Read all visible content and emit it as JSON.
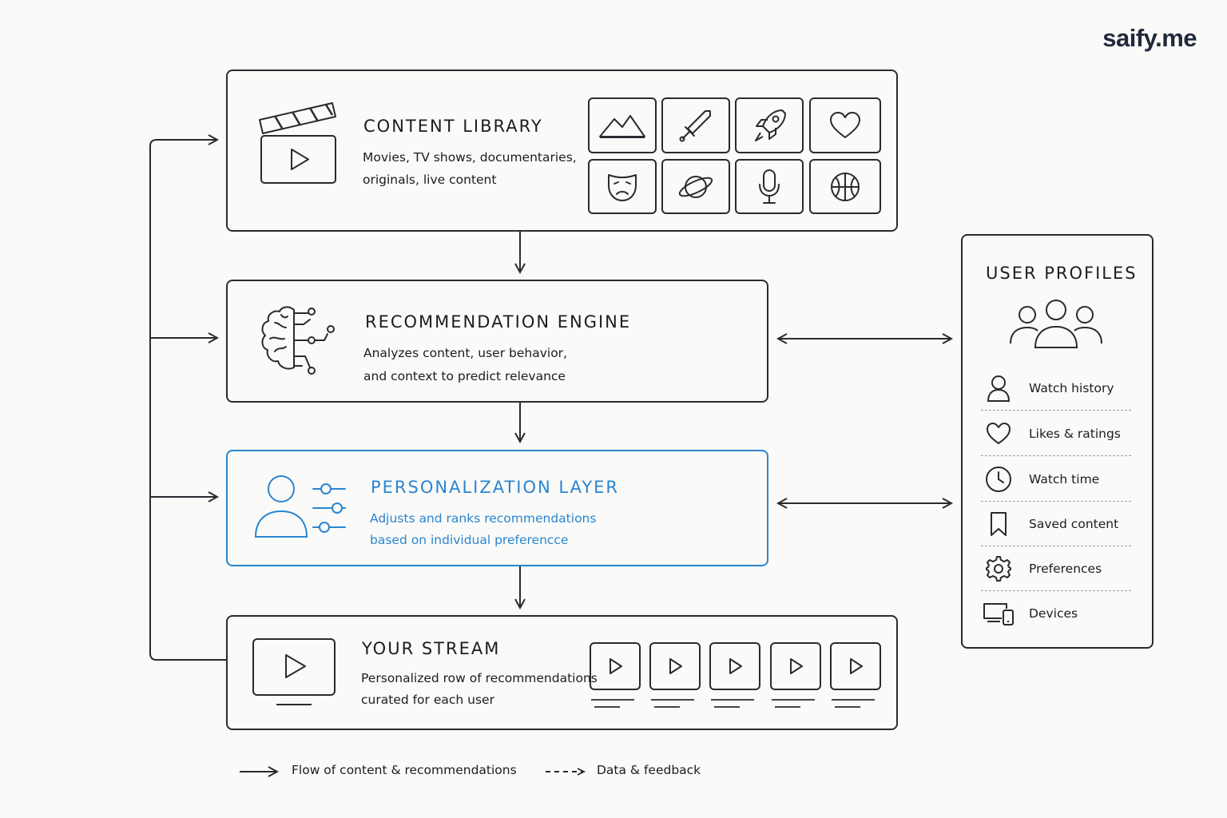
{
  "brand": {
    "logo_text": "saify.me"
  },
  "colors": {
    "ink": "#2a2a30",
    "accent": "#2a85d0",
    "background": "#fafaf8"
  },
  "content_library": {
    "title": "CONTENT LIBRARY",
    "desc_line1": "Movies, TV shows, documentaries,",
    "desc_line2": "originals, live content",
    "icon": "clapperboard-icon",
    "genre_icons": [
      "mountain-icon",
      "sword-icon",
      "rocket-icon",
      "heart-icon",
      "theater-mask-icon",
      "planet-icon",
      "microphone-icon",
      "basketball-icon"
    ]
  },
  "recommendation_engine": {
    "title": "RECOMMENDATION ENGINE",
    "desc_line1": "Analyzes content, user behavior,",
    "desc_line2": "and context to predict relevance",
    "icon": "brain-circuit-icon"
  },
  "personalization_layer": {
    "title": "PERSONALIZATION LAYER",
    "desc_line1": "Adjusts and ranks recommendations",
    "desc_line2": "based on individual preferencce",
    "icon": "user-sliders-icon"
  },
  "your_stream": {
    "title": "YOUR STREAM",
    "desc_line1": "Personalized row of recommendations",
    "desc_line2": "curated for each user",
    "icon": "tv-play-icon",
    "thumbnail_icons": [
      "play-icon",
      "play-icon",
      "play-icon",
      "play-icon",
      "play-icon"
    ]
  },
  "user_profiles": {
    "title": "USER PROFILES",
    "icon": "users-group-icon",
    "items": [
      {
        "label": "Watch history",
        "icon": "user-icon"
      },
      {
        "label": "Likes & ratings",
        "icon": "heart-icon"
      },
      {
        "label": "Watch time",
        "icon": "clock-icon"
      },
      {
        "label": "Saved content",
        "icon": "bookmark-icon"
      },
      {
        "label": "Preferences",
        "icon": "gear-icon"
      },
      {
        "label": "Devices",
        "icon": "devices-icon"
      }
    ]
  },
  "legend": {
    "solid_label": "Flow of content & recommendations",
    "dashed_label": "Data & feedback"
  }
}
